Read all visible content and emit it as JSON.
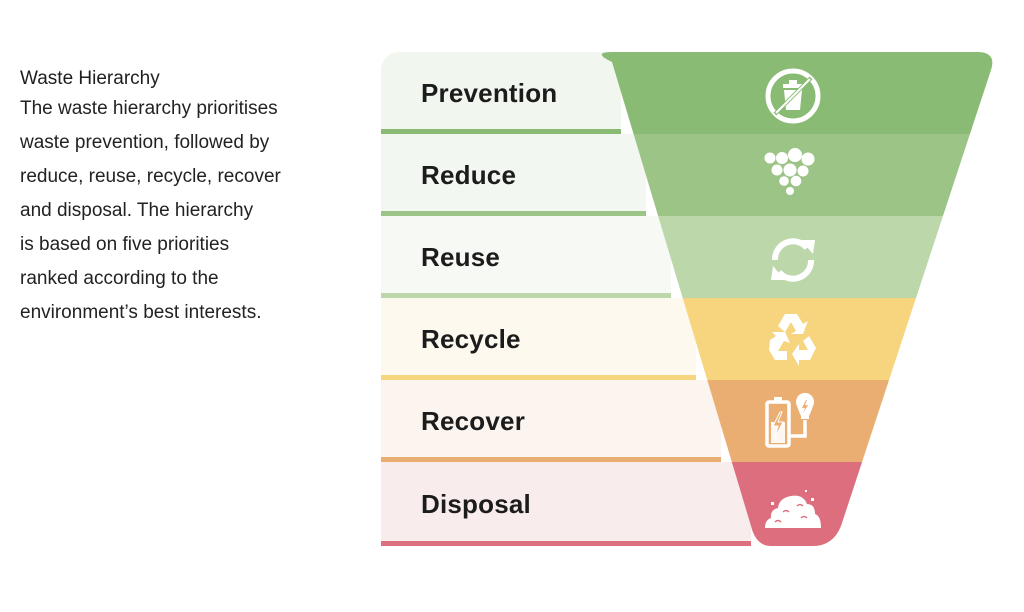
{
  "intro": {
    "title": "Waste Hierarchy",
    "lines": [
      "The waste hierarchy prioritises",
      "waste prevention, followed by",
      "reduce,  reuse, recycle, recover",
      "and disposal. The hierarchy",
      "is based on five priorities",
      "ranked according to the",
      "environment’s best interests."
    ]
  },
  "hierarchy": [
    {
      "label": "Prevention",
      "icon": "no-trash-icon",
      "band_color": "#8abb74",
      "row_bg": "#f1f6ef",
      "line_color": "#8abb74"
    },
    {
      "label": "Reduce",
      "icon": "grape-dots-icon",
      "band_color": "#9dc487",
      "row_bg": "#f3f7f1",
      "line_color": "#9dc487"
    },
    {
      "label": "Reuse",
      "icon": "refresh-arrows-icon",
      "band_color": "#bcd7aa",
      "row_bg": "#f7f9f5",
      "line_color": "#bcd7aa"
    },
    {
      "label": "Recycle",
      "icon": "recycle-icon",
      "band_color": "#f7d57e",
      "row_bg": "#fdf9ef",
      "line_color": "#f7d57e"
    },
    {
      "label": "Recover",
      "icon": "battery-bulb-icon",
      "band_color": "#ebae72",
      "row_bg": "#fcf4ee",
      "line_color": "#ebae72"
    },
    {
      "label": "Disposal",
      "icon": "waste-pile-icon",
      "band_color": "#dc6e7d",
      "row_bg": "#f9ecec",
      "line_color": "#dc6e7d"
    }
  ]
}
